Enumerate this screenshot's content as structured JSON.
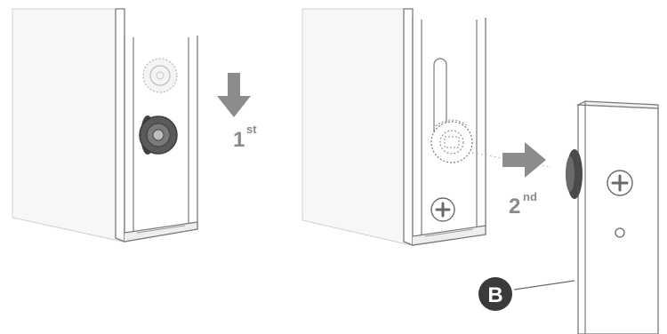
{
  "steps": [
    {
      "number": "1",
      "suffix": "st"
    },
    {
      "number": "2",
      "suffix": "nd"
    }
  ],
  "callout": {
    "letter": "B"
  },
  "colors": {
    "panel_stroke": "#7a7a7a",
    "panel_fill": "#ffffff",
    "panel_shade": "#f3f3f3",
    "arrow": "#8c8c8c",
    "cam_dark": "#5a5a5a",
    "cam_light": "#d8d8d8",
    "callout_fill": "#3a3a3a"
  },
  "icons": [
    "down-arrow-icon",
    "right-arrow-icon",
    "cam-lock-icon",
    "screw-icon",
    "callout-badge"
  ]
}
